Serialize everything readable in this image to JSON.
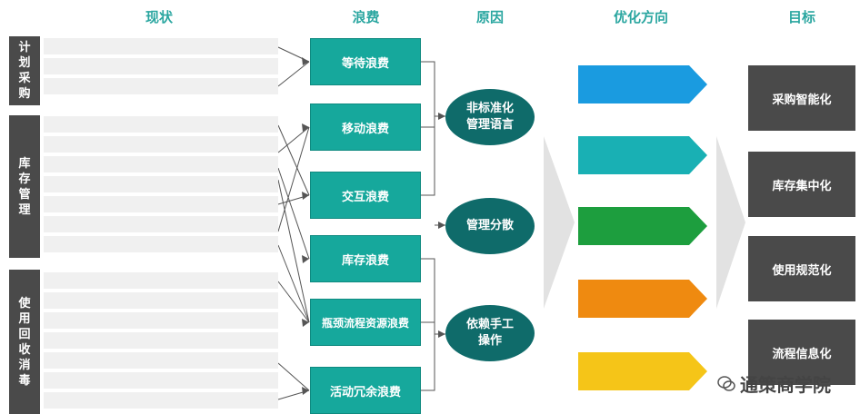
{
  "headers": {
    "current": "现状",
    "waste": "浪费",
    "cause": "原因",
    "direction": "优化方向",
    "goal": "目标"
  },
  "categories": [
    {
      "label": "计划采购"
    },
    {
      "label": "库存管理"
    },
    {
      "label": "使用回收消毒"
    }
  ],
  "wastes": [
    {
      "label": "等待浪费"
    },
    {
      "label": "移动浪费"
    },
    {
      "label": "交互浪费"
    },
    {
      "label": "库存浪费"
    },
    {
      "label": "瓶颈流程资源浪费"
    },
    {
      "label": "活动冗余浪费"
    }
  ],
  "causes": [
    {
      "line1": "非标准化",
      "line2": "管理语言"
    },
    {
      "line1": "管理分散",
      "line2": ""
    },
    {
      "line1": "依赖手工",
      "line2": "操作"
    }
  ],
  "directions": [
    {
      "color": "#1a9be0"
    },
    {
      "color": "#19b0b4"
    },
    {
      "color": "#1d9e3e"
    },
    {
      "color": "#ef8a10"
    },
    {
      "color": "#f5c518"
    }
  ],
  "goals": [
    {
      "label": "采购智能化"
    },
    {
      "label": "库存集中化"
    },
    {
      "label": "使用规范化"
    },
    {
      "label": "流程信息化"
    }
  ],
  "watermark": {
    "text": "通策商学院"
  }
}
